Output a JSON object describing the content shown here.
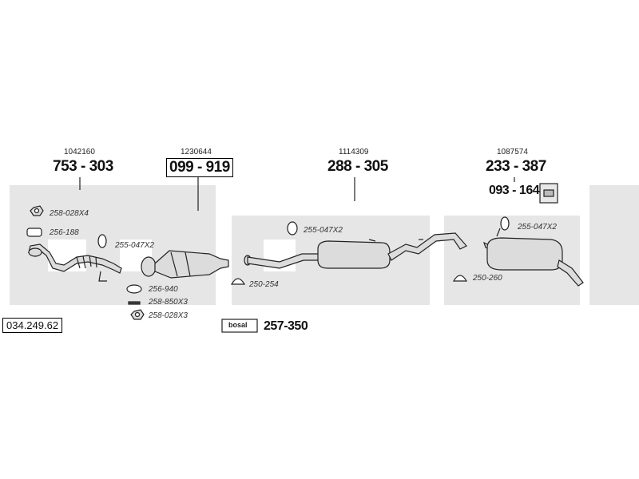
{
  "reference": "034.249.62",
  "brand": "bosal",
  "colors": {
    "band": "#e6e6e6",
    "part_fill": "#dcdcdc",
    "stroke": "#222222"
  },
  "main_parts": [
    {
      "oem": "1042160",
      "part": "753 - 303"
    },
    {
      "oem": "1230644",
      "part": "099 - 919"
    },
    {
      "oem": "1114309",
      "part": "288 - 305"
    },
    {
      "oem": "1087574",
      "part": "233 - 387"
    }
  ],
  "secondary_part": "093 - 164",
  "fittings": {
    "nut_x4": "258-028X4",
    "gasket_188": "256-188",
    "clamp_left": "255-047X2",
    "gasket_940": "256-940",
    "bolt": "258-850X3",
    "nut_x3": "258-028X3",
    "clamp_mid": "255-047X2",
    "bracket_254": "250-254",
    "clamp_right": "255-047X2",
    "bracket_260": "250-260"
  },
  "kit": "257-350"
}
